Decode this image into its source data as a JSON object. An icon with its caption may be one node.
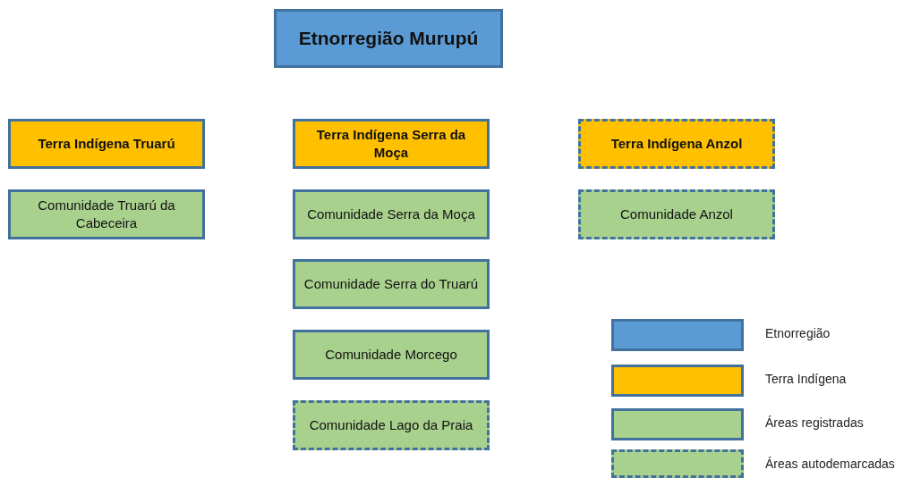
{
  "diagram": {
    "nodes": [
      {
        "text": [
          "Etnorregião Murupú"
        ]
      },
      {
        "text": [
          "Terra Indígena Truarú"
        ]
      },
      {
        "text": [
          "Terra Indígena Serra da Moça"
        ]
      },
      {
        "text": [
          "Terra Indígena Anzol"
        ]
      },
      {
        "text": [
          "Comunidade Truarú da Cabeceira"
        ]
      },
      {
        "text": [
          "Comunidade Serra da Moça"
        ]
      },
      {
        "text": [
          "Comunidade Anzol"
        ]
      },
      {
        "text": [
          "Comunidade Serra do Truarú"
        ]
      },
      {
        "text": [
          "Comunidade Morcego"
        ]
      },
      {
        "text": [
          "Comunidade Lago da Praia"
        ]
      }
    ],
    "legend": [
      {
        "text": "Etnorregião",
        "color": "#5b9bd5"
      },
      {
        "text": "Terra Indígena",
        "color": "#ffc000"
      },
      {
        "text": "Áreas registradas",
        "color": "#a9d18e"
      },
      {
        "text": "Áreas autodemarcadas",
        "color": "#a9d18e"
      }
    ]
  }
}
